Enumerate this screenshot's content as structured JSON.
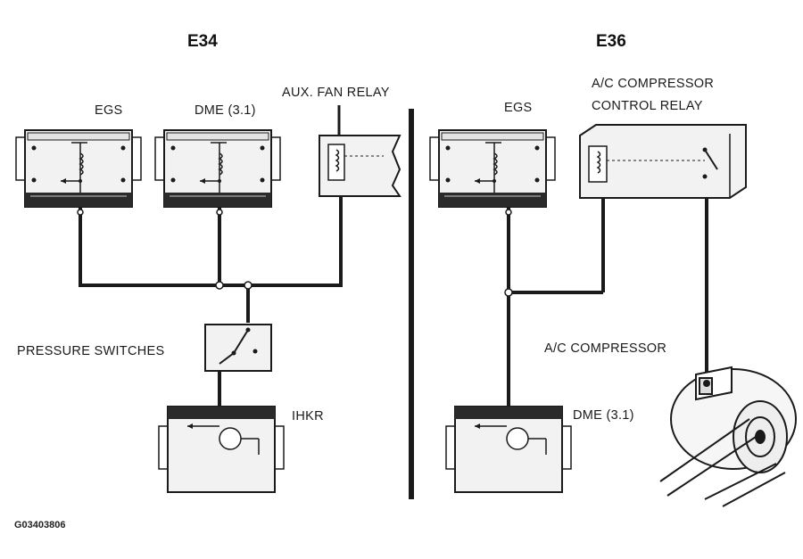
{
  "sections": {
    "left_title": "E34",
    "right_title": "E36"
  },
  "labels": {
    "egs_left": "EGS",
    "dme_left": "DME (3.1)",
    "aux_fan_relay": "AUX. FAN RELAY",
    "pressure_switches": "PRESSURE SWITCHES",
    "ihkr": "IHKR",
    "egs_right": "EGS",
    "ac_relay_line1": "A/C COMPRESSOR",
    "ac_relay_line2": "CONTROL RELAY",
    "ac_compressor": "A/C COMPRESSOR",
    "dme_right": "DME (3.1)"
  },
  "figure_id": "G03403806",
  "colors": {
    "ink": "#1a1a1a",
    "module_fill": "#f2f2f2",
    "shadow": "#2a2a2a"
  }
}
